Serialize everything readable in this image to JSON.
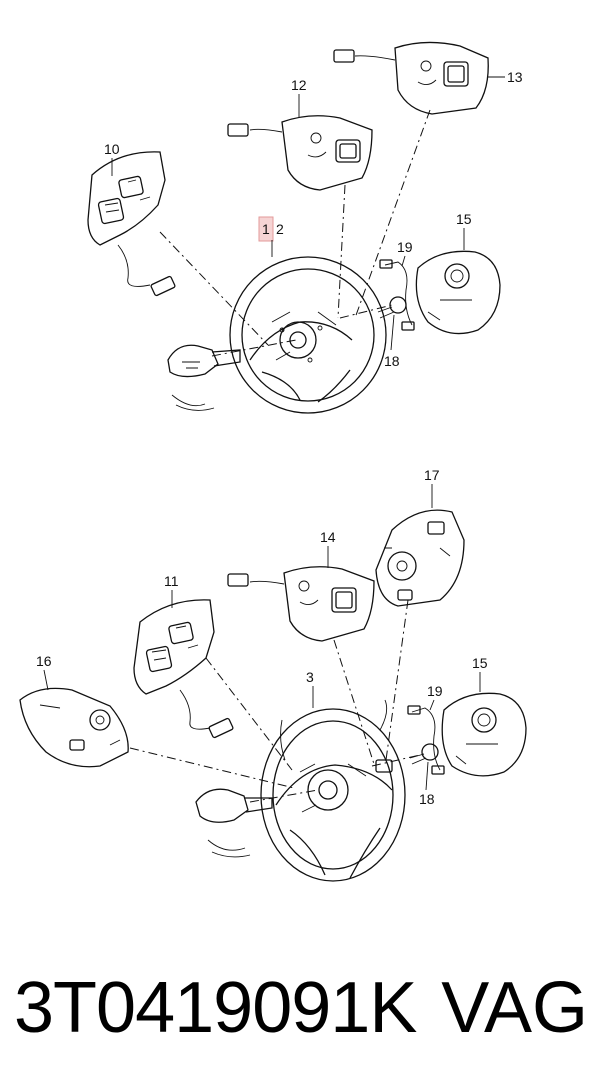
{
  "diagram": {
    "top_callouts": {
      "c1": "1",
      "c2": "2",
      "c10": "10",
      "c12": "12",
      "c13": "13",
      "c15": "15",
      "c18": "18",
      "c19": "19"
    },
    "bottom_callouts": {
      "c3": "3",
      "c11": "11",
      "c14": "14",
      "c15": "15",
      "c16": "16",
      "c17": "17",
      "c18": "18",
      "c19": "19"
    },
    "highlight_color": "#f6d4d4"
  },
  "caption": {
    "part_number": "3T0419091K",
    "brand": "VAG"
  }
}
